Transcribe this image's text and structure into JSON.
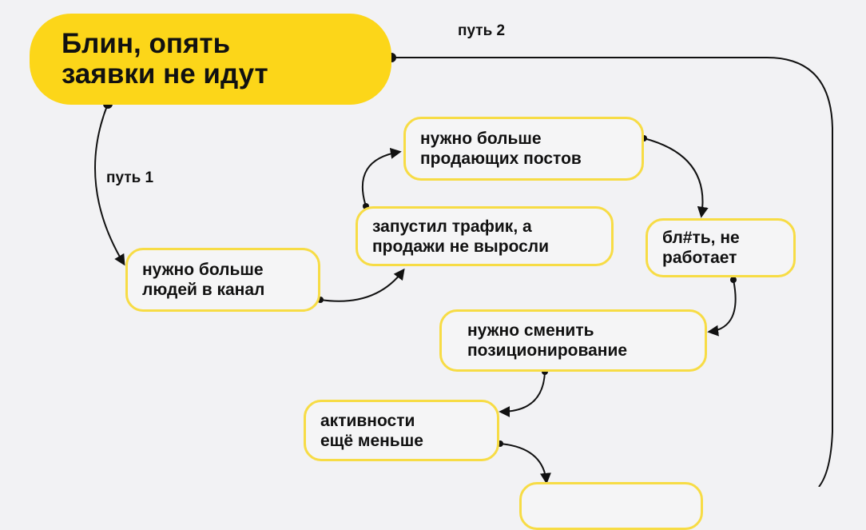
{
  "start": {
    "line1": "Блин, опять",
    "line2": "заявки не идут"
  },
  "paths": {
    "path1": "путь 1",
    "path2": "путь 2"
  },
  "nodes": {
    "more_posts": {
      "line1": "нужно больше",
      "line2": "продающих постов"
    },
    "traffic": {
      "line1": "запустил трафик, а",
      "line2": "продажи не выросли"
    },
    "more_people": {
      "line1": "нужно больше",
      "line2": "людей в канал"
    },
    "not_working": {
      "line1": "бл#ть, не",
      "line2": "работает"
    },
    "positioning": {
      "line1": "нужно сменить",
      "line2": "позиционирование"
    },
    "less_activity": {
      "line1": "активности",
      "line2": "ещё меньше"
    }
  },
  "colors": {
    "accent": "#fcd619",
    "border": "#f7dc45",
    "background": "#f2f2f4"
  }
}
